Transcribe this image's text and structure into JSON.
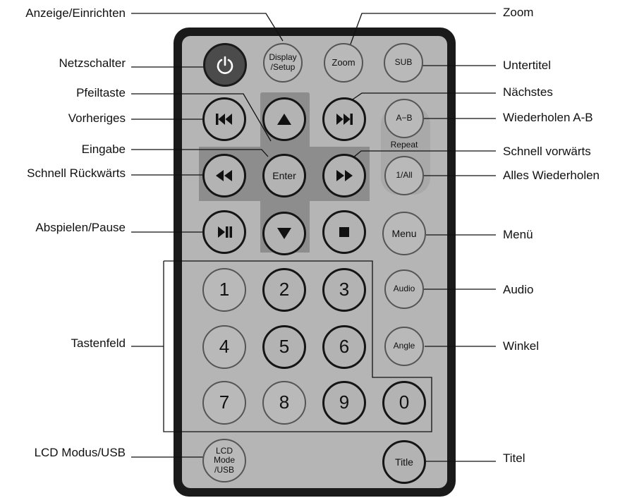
{
  "labels_left": [
    {
      "id": "anzeige",
      "text": "Anzeige/Einrichten"
    },
    {
      "id": "netz",
      "text": "Netzschalter"
    },
    {
      "id": "pfeil",
      "text": "Pfeiltaste"
    },
    {
      "id": "vorheriges",
      "text": "Vorheriges"
    },
    {
      "id": "eingabe",
      "text": "Eingabe"
    },
    {
      "id": "schnell-rueck",
      "text": "Schnell Rückwärts"
    },
    {
      "id": "abspielen",
      "text": "Abspielen/Pause"
    },
    {
      "id": "tastenfeld",
      "text": "Tastenfeld"
    },
    {
      "id": "lcd",
      "text": "LCD Modus/USB"
    }
  ],
  "labels_right": [
    {
      "id": "zoom",
      "text": "Zoom"
    },
    {
      "id": "untertitel",
      "text": "Untertitel"
    },
    {
      "id": "naechstes",
      "text": "Nächstes"
    },
    {
      "id": "wiederholen-ab",
      "text": "Wiederholen A-B"
    },
    {
      "id": "schnell-vor",
      "text": "Schnell vorwärts"
    },
    {
      "id": "alles",
      "text": "Alles Wiederholen"
    },
    {
      "id": "menue",
      "text": "Menü"
    },
    {
      "id": "audio",
      "text": "Audio"
    },
    {
      "id": "winkel",
      "text": "Winkel"
    },
    {
      "id": "titel",
      "text": "Titel"
    }
  ],
  "remote": {
    "display_setup": [
      "Display",
      "/Setup"
    ],
    "zoom": "Zoom",
    "sub": "SUB",
    "ab": "A−B",
    "repeat": "Repeat",
    "one_all": "1/All",
    "enter": "Enter",
    "menu": "Menu",
    "audio": "Audio",
    "angle": "Angle",
    "lcd": [
      "LCD",
      "Mode",
      "/USB"
    ],
    "title": "Title",
    "digits": [
      "1",
      "2",
      "3",
      "4",
      "5",
      "6",
      "7",
      "8",
      "9",
      "0"
    ]
  },
  "icons": {
    "power": "power-icon",
    "prev": "skip-previous-icon",
    "next": "skip-next-icon",
    "up": "arrow-up-icon",
    "down": "arrow-down-icon",
    "rewind": "rewind-icon",
    "forward": "fast-forward-icon",
    "play_pause": "play-pause-icon",
    "stop": "stop-icon"
  },
  "colors": {
    "remote_body": "#1a1a1a",
    "remote_face": "#b5b5b5",
    "arrow_pad": "#8d8d8d",
    "line": "#111111"
  }
}
